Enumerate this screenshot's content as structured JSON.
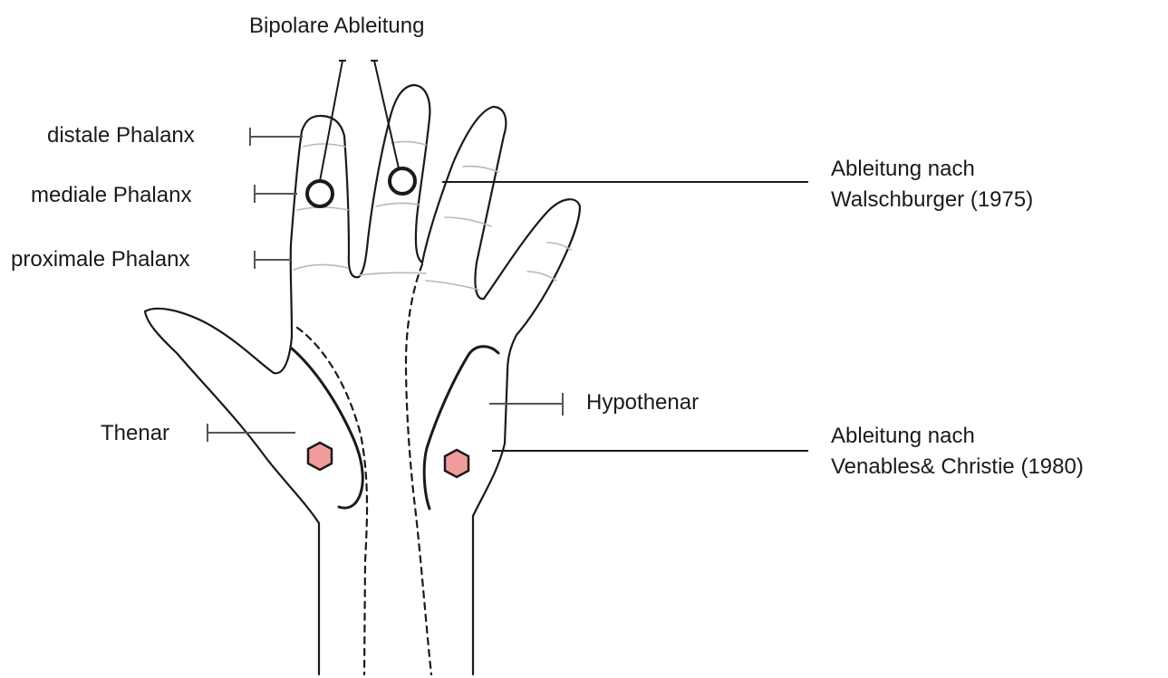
{
  "labels": {
    "title": "Bipolare Ableitung",
    "distal": "distale Phalanx",
    "medial": "mediale Phalanx",
    "proximal": "proximale Phalanx",
    "thenar": "Thenar",
    "hypothenar": "Hypothenar",
    "walschburger_line1": "Ableitung nach",
    "walschburger_line2": "Walschburger (1975)",
    "venables_line1": "Ableitung nach",
    "venables_line2": "Venables& Christie (1980)"
  },
  "colors": {
    "ink": "#1a1a1a",
    "creases": "#b8b8b8",
    "pointer": "#555555",
    "electrode_fill": "#f29c9c"
  },
  "icons": {
    "finger_electrode": "white-ring",
    "palm_electrode": "pink-hexagon"
  }
}
